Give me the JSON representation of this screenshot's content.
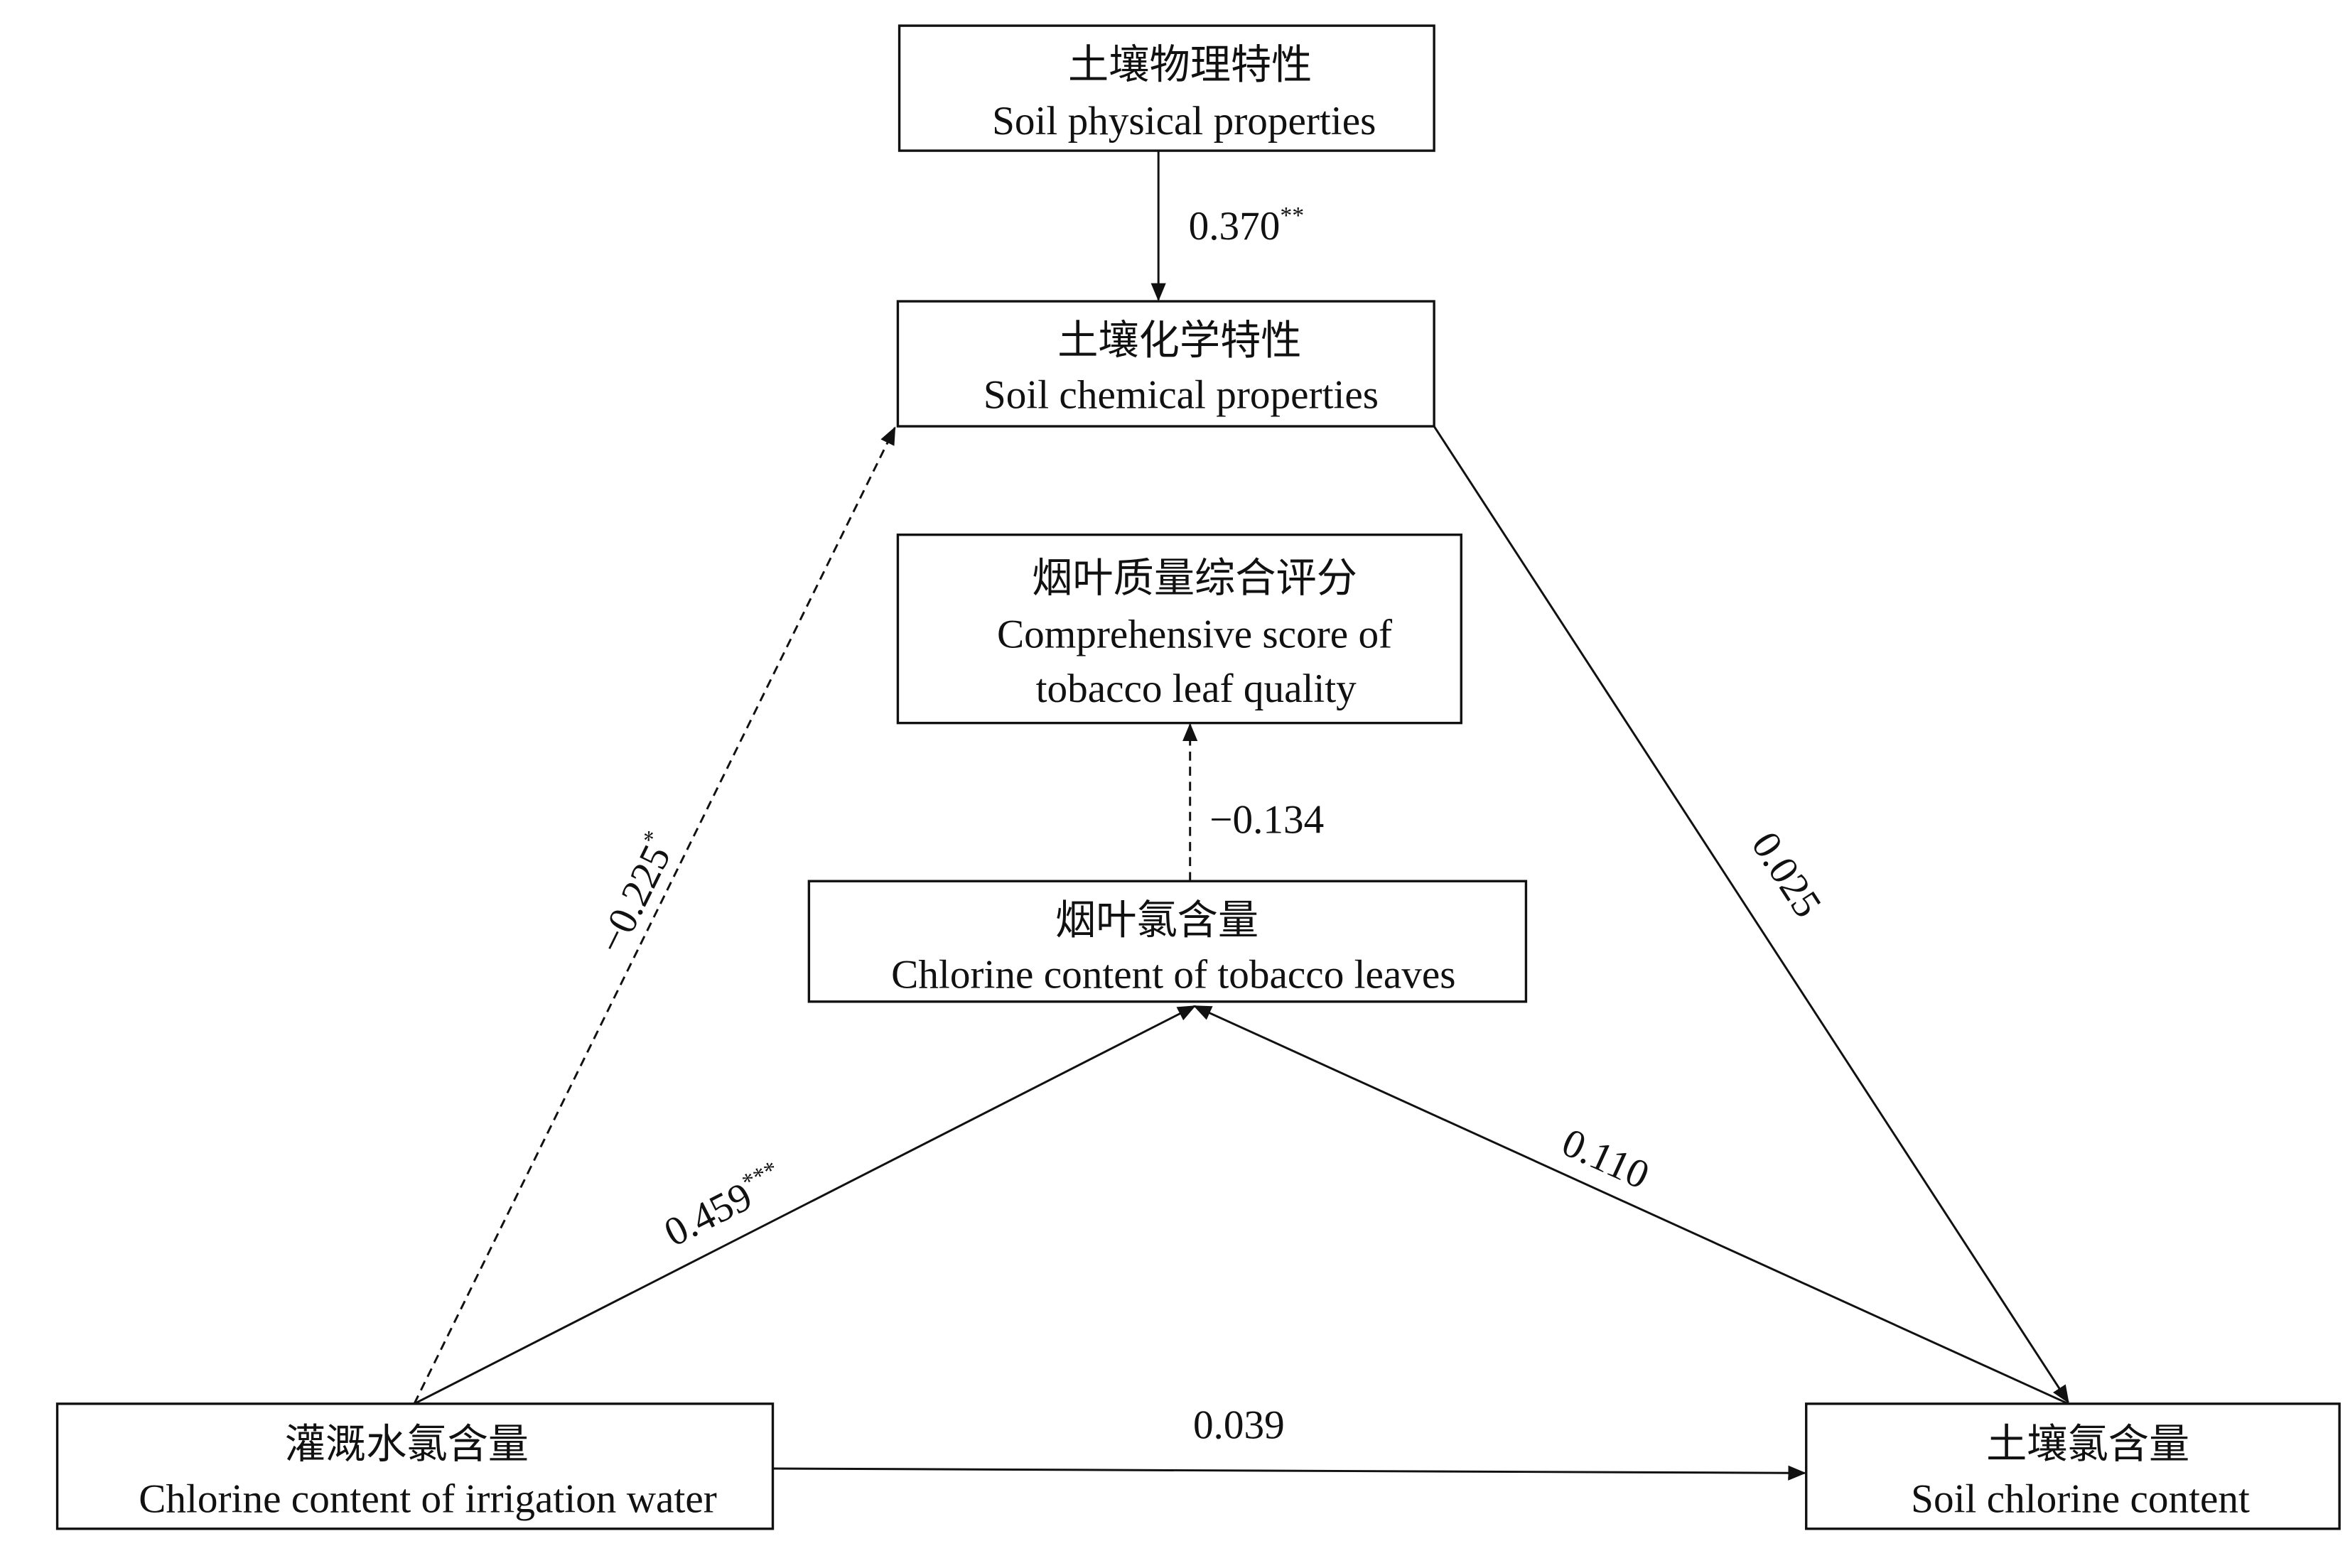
{
  "nodes": {
    "soil_physical": {
      "zh": "土壤物理特性",
      "en": "Soil physical properties"
    },
    "soil_chemical": {
      "zh": "土壤化学特性",
      "en": "Soil chemical properties"
    },
    "leaf_quality": {
      "zh": "烟叶质量综合评分",
      "en1": "Comprehensive score of",
      "en2": "tobacco leaf quality"
    },
    "leaf_chlorine": {
      "zh": "烟叶氯含量",
      "en": "Chlorine content of tobacco leaves"
    },
    "irrigation_chlorine": {
      "zh": "灌溉水氯含量",
      "en": "Chlorine content of irrigation water"
    },
    "soil_chlorine": {
      "zh": "土壤氯含量",
      "en": "Soil chlorine content"
    }
  },
  "edges": {
    "physical_to_chemical": {
      "value": "0.370",
      "sig": "**",
      "style": "solid"
    },
    "irrigation_to_chemical": {
      "value": "−0.225",
      "sig": "*",
      "style": "dashed"
    },
    "chemical_to_soilcl": {
      "value": "0.025",
      "sig": "",
      "style": "solid"
    },
    "leafcl_to_quality": {
      "value": "−0.134",
      "sig": "",
      "style": "dashed"
    },
    "irrigation_to_leafcl": {
      "value": "0.459",
      "sig": "***",
      "style": "solid"
    },
    "soilcl_to_leafcl": {
      "value": "0.110",
      "sig": "",
      "style": "solid"
    },
    "irrigation_to_soilcl": {
      "value": "0.039",
      "sig": "",
      "style": "solid"
    }
  }
}
